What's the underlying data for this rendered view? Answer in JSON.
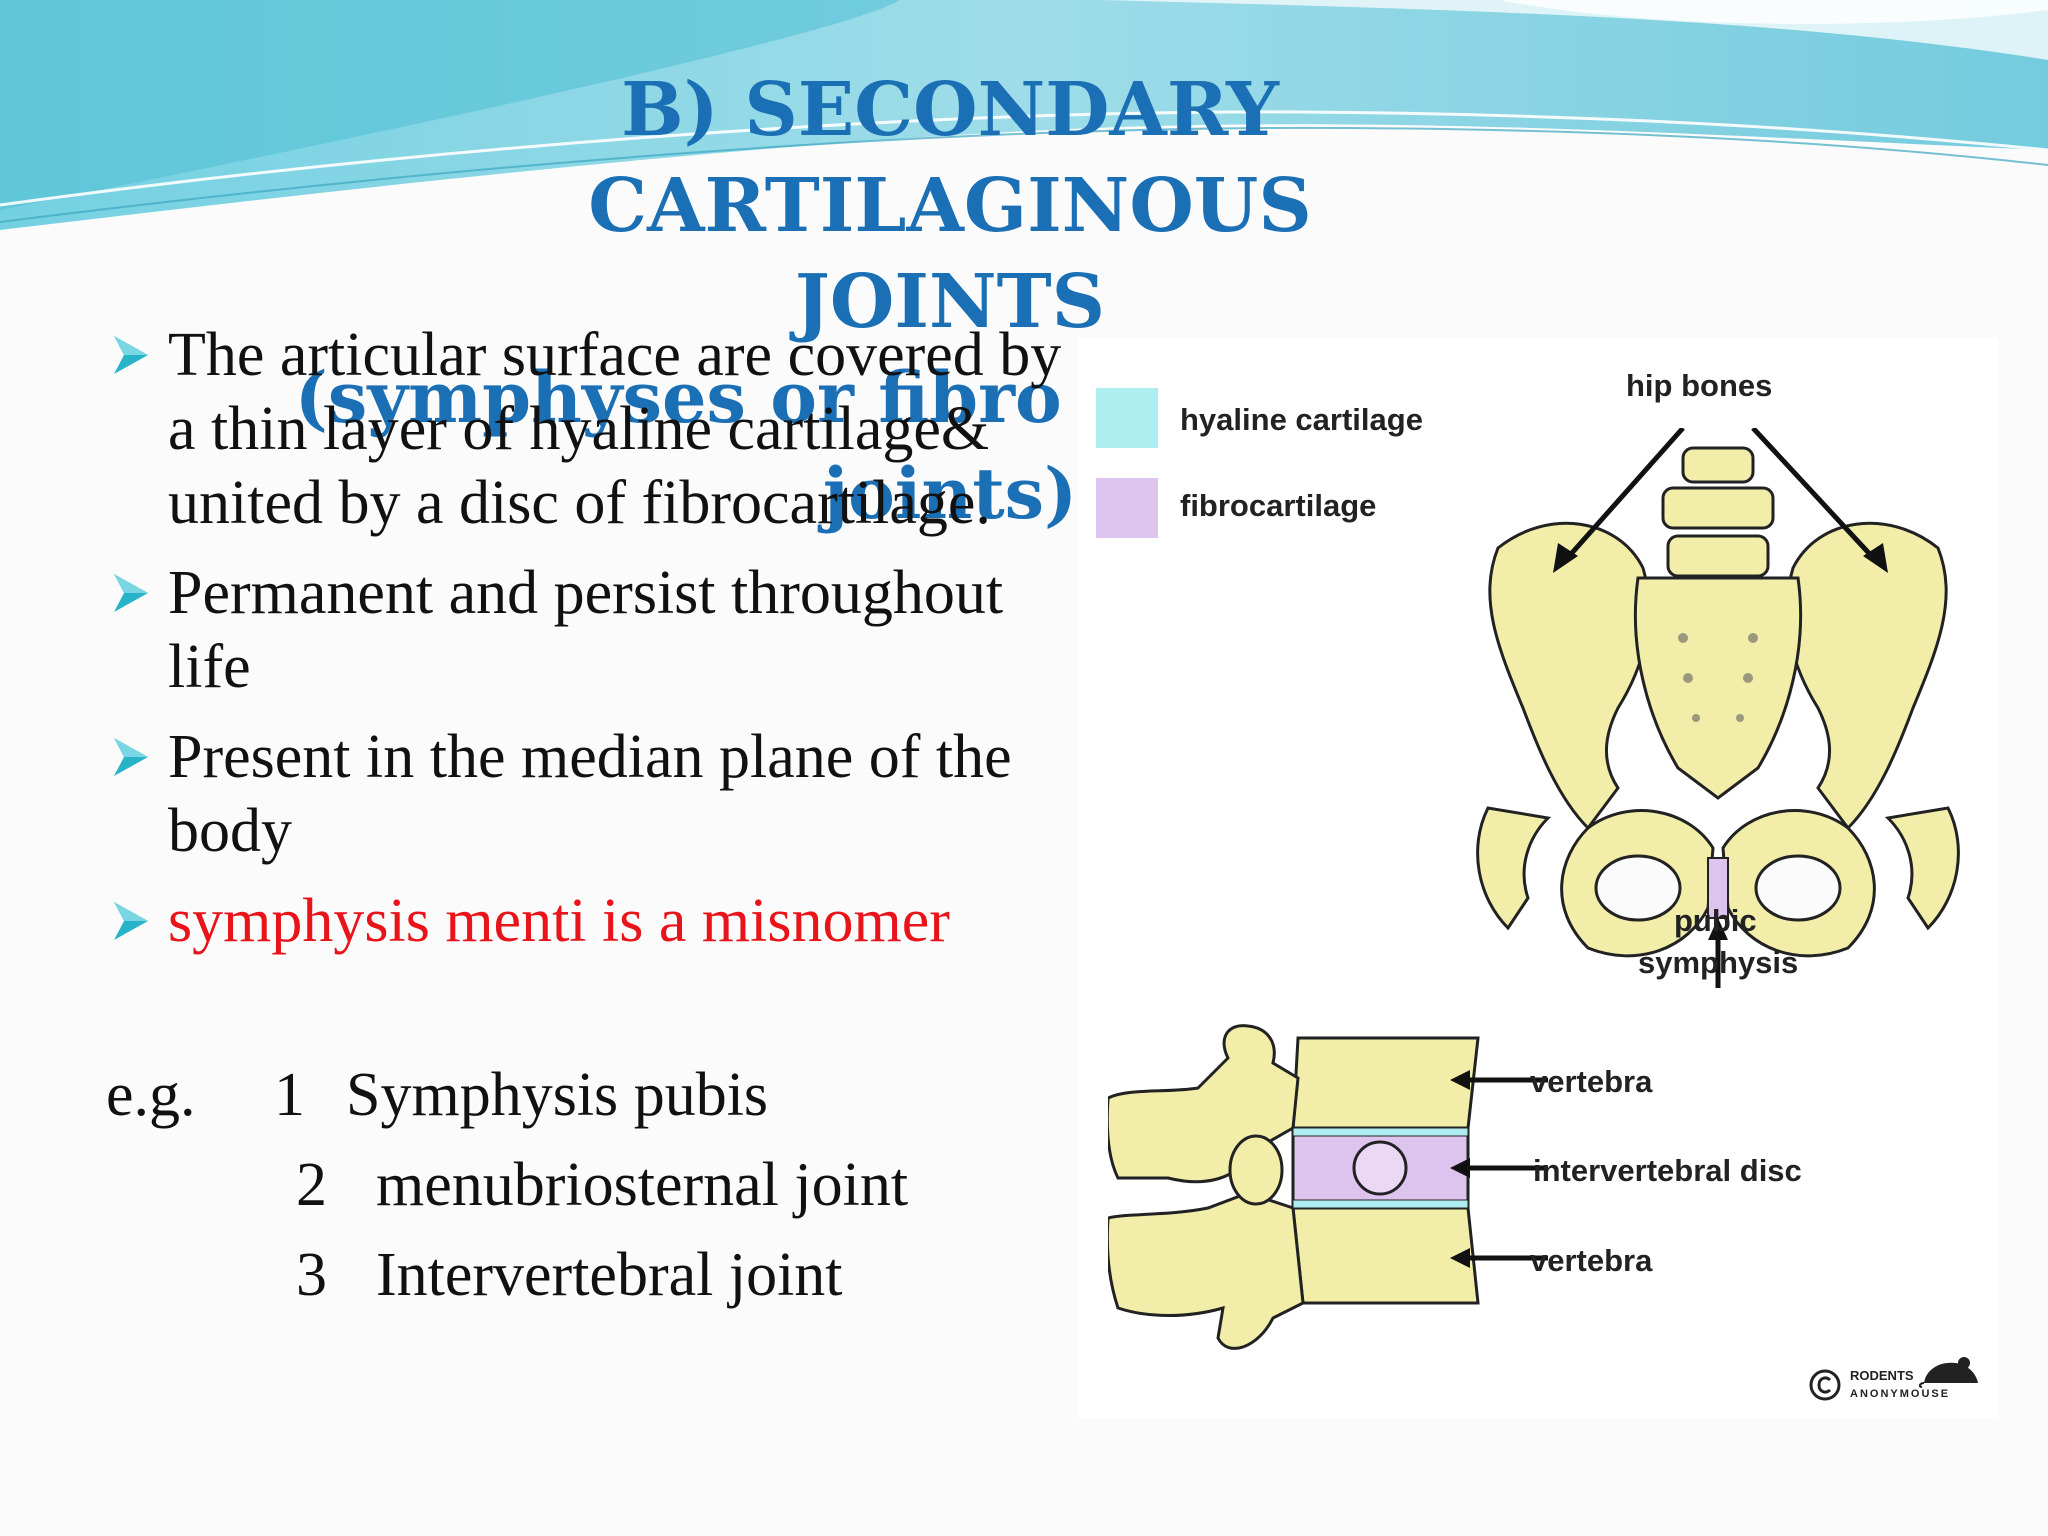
{
  "title": {
    "line1": "B) SECONDARY  CARTILAGINOUS",
    "line2": "JOINTS",
    "line3": "(symphyses  or fibro cartilaginous joints)"
  },
  "bullets": [
    {
      "text": "The articular surface are covered by a thin layer of hyaline cartilage& united by a disc of fibrocartilage."
    },
    {
      "text": "Permanent and persist throughout life"
    },
    {
      "text": "Present in the median plane of the body"
    },
    {
      "text": "symphysis menti is a misnomer"
    }
  ],
  "examples": {
    "prefix": "e.g.",
    "items": [
      {
        "num": "1",
        "text": "Symphysis pubis"
      },
      {
        "num": "2",
        "text": "menubriosternal joint"
      },
      {
        "num": "3",
        "text": "Intervertebral joint"
      }
    ]
  },
  "figure": {
    "legend": [
      {
        "label": "hyaline cartilage",
        "color": "#aeeef0"
      },
      {
        "label": "fibrocartilage",
        "color": "#ddc4ee"
      }
    ],
    "labels": {
      "hip_bones": "hip bones",
      "pubic": "pubic",
      "symphysis": "symphysis",
      "vertebra_top": "vertebra",
      "disc": "intervertebral disc",
      "vertebra_bottom": "vertebra",
      "credit_top": "RODENTS",
      "credit_bottom": "ANONYMOUSE"
    },
    "bone_color": "#f2eeaa"
  },
  "colors": {
    "title": "#1b6fb5",
    "bullet_arrow": "#27b4c8",
    "highlight": "#e8141a"
  }
}
